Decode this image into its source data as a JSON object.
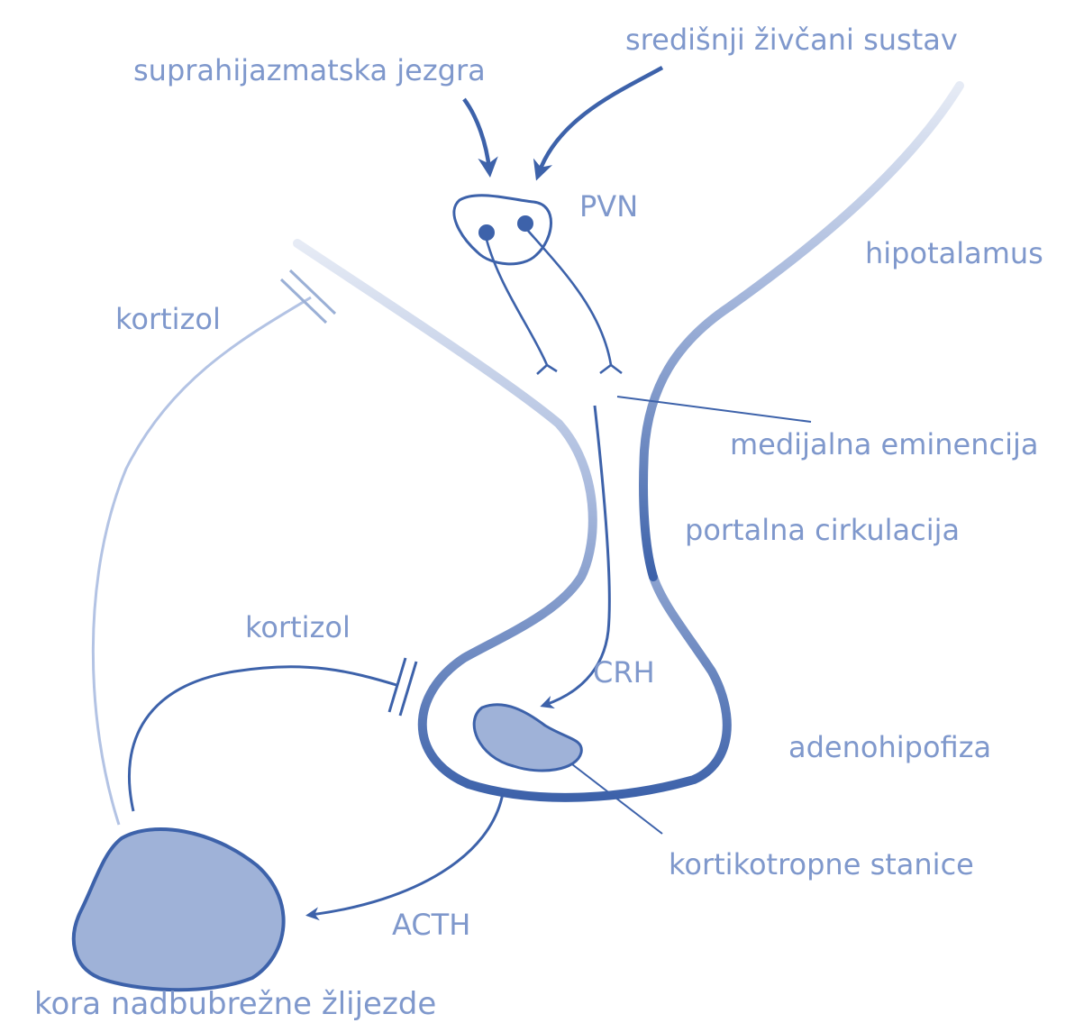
{
  "colors": {
    "stroke": "#3d62aa",
    "stroke_light": "#9bb0d6",
    "stroke_faint": "#c9d4ea",
    "fill": "#9fb2d8",
    "label": "#7f98cc"
  },
  "labels": {
    "cns": "središnji živčani sustav",
    "scn": "suprahijazmatska jezgra",
    "pvn": "PVN",
    "hypothalamus": "hipotalamus",
    "cortisol_top": "kortizol",
    "median_eminence": "medijalna eminencija",
    "portal": "portalna cirkulacija",
    "cortisol_mid": "kortizol",
    "crh": "CRH",
    "adenohypophysis": "adenohipofiza",
    "corticotrophs": "kortikotropne stanice",
    "acth": "ACTH",
    "adrenal_cortex": "kora nadbubrežne žlijezde"
  }
}
